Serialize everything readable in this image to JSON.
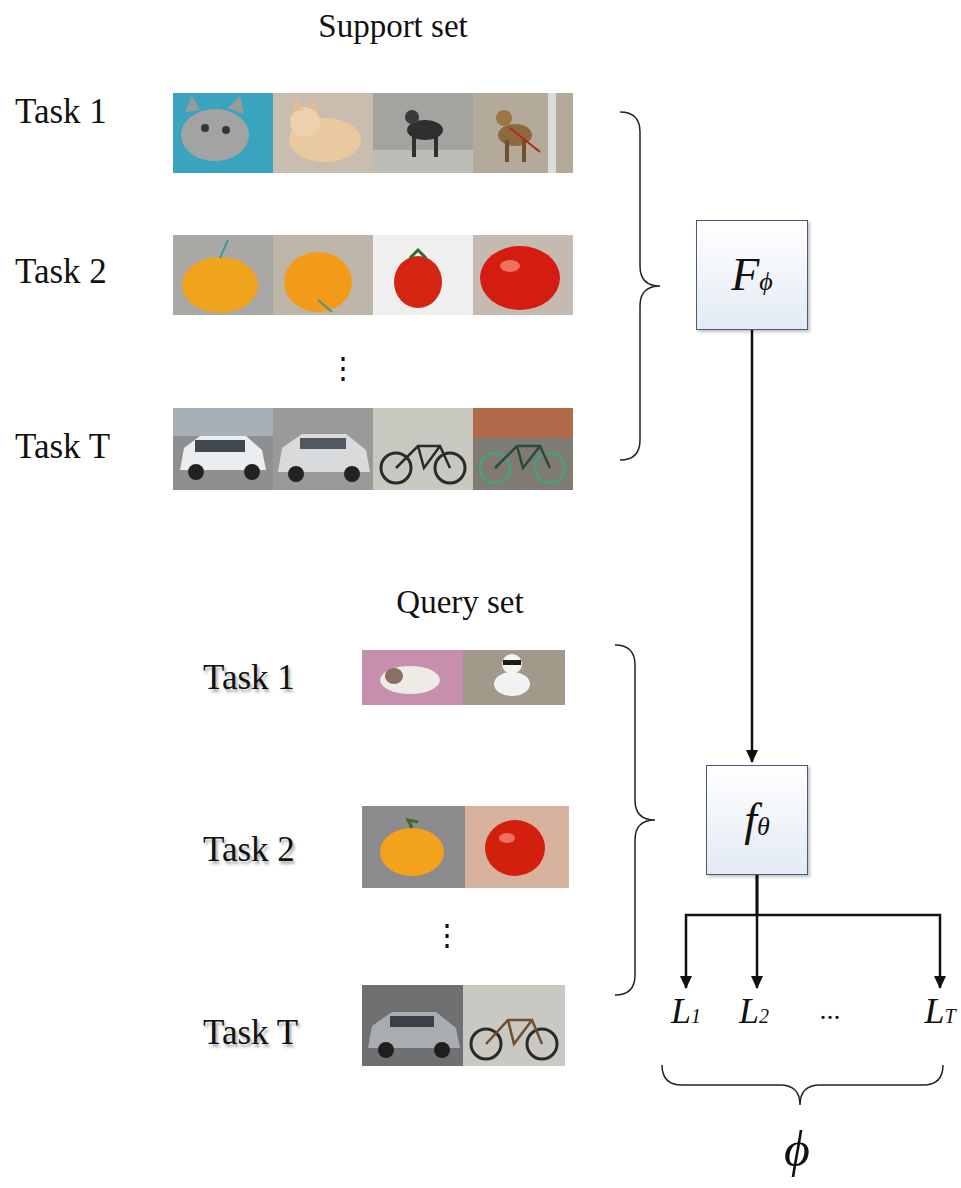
{
  "diagram": {
    "nodes": [
      {
        "text": [
          "Fϕ"
        ]
      },
      {
        "text": [
          "fθ"
        ]
      },
      {
        "text": [
          "L1"
        ]
      },
      {
        "text": [
          "L2"
        ]
      },
      {
        "text": [
          "LT"
        ]
      }
    ],
    "edges": [
      {
        "from": 0,
        "to": 1,
        "arrow": "to"
      },
      {
        "from": 1,
        "to": 2,
        "arrow": "to"
      },
      {
        "from": 1,
        "to": 3,
        "arrow": "to"
      },
      {
        "from": 1,
        "to": 4,
        "arrow": "to"
      }
    ],
    "labels": [
      "Support set",
      "Task 1",
      "Task 2",
      "⋮",
      "Task T",
      "Query set",
      "Task 1",
      "Task 2",
      "⋮",
      "Task T",
      "...",
      "ϕ"
    ]
  }
}
